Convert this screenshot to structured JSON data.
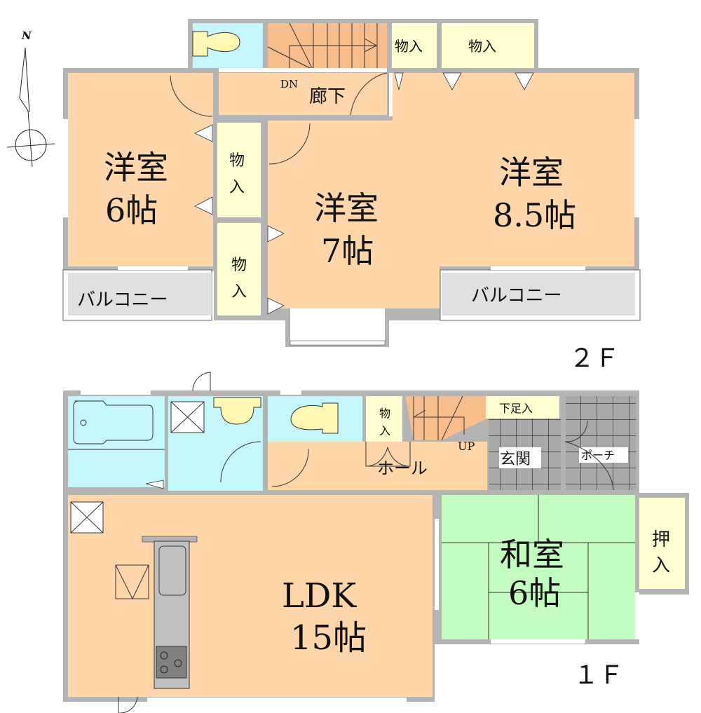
{
  "colors": {
    "wall": "#b4b4b4",
    "western_room": "#ffd5aa",
    "stairs": "#f8bd8c",
    "wet_area": "#c4f6fc",
    "storage": "#ffffd2",
    "balcony": "#e0e0e0",
    "tatami": "#c2fcbe",
    "tile": "#a8a8a8",
    "fixture": "#fff7b4",
    "kitchen": "#c0c0c0",
    "stove": "#808080"
  },
  "compass": {
    "north_label": "N"
  },
  "floor2": {
    "label": "２Ｆ",
    "rooms": {
      "west_room_left": {
        "name": "洋室",
        "size": "6帖"
      },
      "west_room_center": {
        "name": "洋室",
        "size": "7帖"
      },
      "west_room_right": {
        "name": "洋室",
        "size": "8.5帖"
      },
      "corridor": {
        "name": "廊下",
        "stair_label": "DN"
      },
      "closet_top_1": "物入",
      "closet_top_2": "物入",
      "closet_side_1": "物入",
      "closet_side_2": "物入",
      "balcony_left": "バルコニー",
      "balcony_right": "バルコニー"
    }
  },
  "floor1": {
    "label": "１Ｆ",
    "rooms": {
      "ldk": {
        "name": "LDK",
        "size": "15帖"
      },
      "washitsu": {
        "name": "和室",
        "size": "6帖"
      },
      "oshiire": "押入",
      "hall": "ホール",
      "stair_label": "UP",
      "closet": "物入",
      "genkan": "玄関",
      "shoe_closet": "下足入",
      "porch": "ポーチ"
    }
  }
}
